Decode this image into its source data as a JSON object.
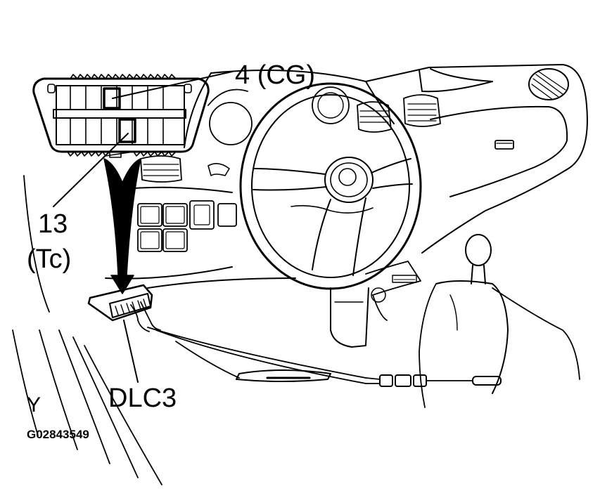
{
  "labels": {
    "pin_cg": "4 (CG)",
    "pin_tc_number": "13",
    "pin_tc_name": "(Tc)",
    "connector": "DLC3",
    "view_mark": "Y",
    "figure_code": "G02843549"
  },
  "colors": {
    "line": "#000000",
    "background": "#ffffff"
  }
}
